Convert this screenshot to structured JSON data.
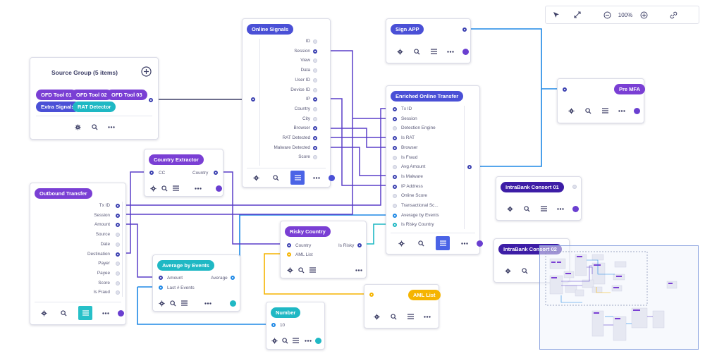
{
  "toolbar": {
    "zoom": "100%",
    "icons": [
      "pointer-icon",
      "fit-icon",
      "zoom-out-icon",
      "zoom-in-icon",
      "link-icon"
    ]
  },
  "colors": {
    "purple": "#7a3fd4",
    "blue": "#4a50d6",
    "teal": "#1fb8c4",
    "yellow": "#f5b400",
    "indigo": "#3d1da6",
    "wire_blue": "#1e88e5",
    "wire_purple": "#5a3fc8"
  },
  "nodes": {
    "source_group": {
      "title": "Source Group (5 items)",
      "tags": [
        "OFD Tool 01",
        "OFD Tool 02",
        "OFD Tool 03",
        "Extra Signals",
        "RAT Detector"
      ]
    },
    "online_signals": {
      "title": "Online Signals",
      "fields": [
        "ID",
        "Session",
        "View",
        "Data",
        "User ID",
        "Device ID",
        "IP",
        "Country",
        "City",
        "Browser",
        "RAT Detected",
        "Malware Detected",
        "Score"
      ]
    },
    "sign_app": {
      "title": "Sign APP"
    },
    "enriched": {
      "title": "Enriched Online Transfer",
      "fields": [
        "Tx ID",
        "Session",
        "Detection Engine",
        "Is RAT",
        "Browser",
        "Is Fraud",
        "Avg Amount",
        "Is Malware",
        "IP Address",
        "Online Score",
        "Transactional Sc...",
        "Average by Events",
        "Is Risky Country"
      ]
    },
    "pre_mfa": {
      "title": "Pre MFA"
    },
    "country_extractor": {
      "title": "Country Extractor",
      "in": "CC",
      "out": "Country"
    },
    "outbound": {
      "title": "Outbound Transfer",
      "fields": [
        "Tx ID",
        "Session",
        "Amount",
        "Source",
        "Date",
        "Destination",
        "Payer",
        "Payee",
        "Score",
        "Is Fraud"
      ]
    },
    "risky_country": {
      "title": "Risky Country",
      "in": [
        "Country",
        "AML List"
      ],
      "out": "Is Risky"
    },
    "avg_events": {
      "title": "Average by Events",
      "in": [
        "Amount",
        "Last # Events"
      ],
      "out": "Average"
    },
    "number": {
      "title": "Number",
      "value": "10"
    },
    "aml_list": {
      "title": "AML List"
    },
    "intrabank1": {
      "title": "IntraBank Consort 01"
    },
    "intrabank2": {
      "title": "IntraBank Consort 02"
    }
  }
}
